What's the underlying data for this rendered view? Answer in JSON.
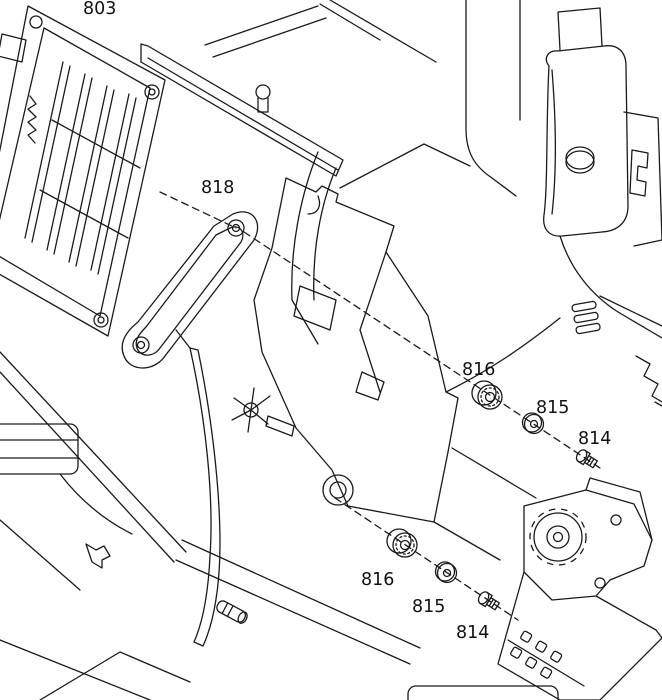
{
  "page": {
    "background_color": "#ffffff",
    "line_color": "#1a1a1a",
    "description": "Exploded parts diagram (service manual style line art)"
  },
  "diagram": {
    "type": "exploded-parts-diagram",
    "labels": {
      "l803": "803",
      "l818": "818",
      "l816a": "816",
      "l815a": "815",
      "l814a": "814",
      "l816b": "816",
      "l815b": "815",
      "l814b": "814"
    }
  }
}
